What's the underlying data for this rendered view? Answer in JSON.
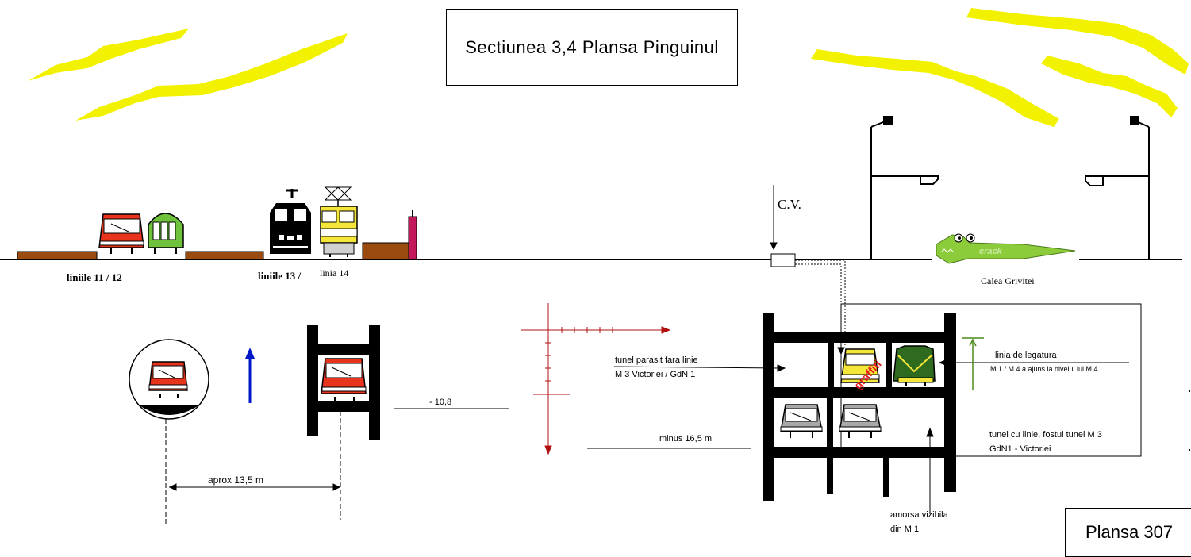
{
  "title": "Sectiunea  3,4  Plansa  Pinguinul",
  "plate": "Plansa   307",
  "labels": {
    "tracks_11_12": "liniile   11  /   12",
    "tracks_13": "liniile  13 /",
    "track_14": "linia  14",
    "cv": "C.V.",
    "street": "Calea   Grivitei",
    "abandoned_tunnel_1": "tunel parasit fara linie",
    "abandoned_tunnel_2": "M 3 Victoriei / GdN 1",
    "depth_1": "- 10,8",
    "depth_2": "minus  16,5 m",
    "distance": "aprox  13,5 m",
    "link_line_1": "linia  de  legatura",
    "link_line_2": "M 1 / M 4 a ajuns la  nivelul lui M 4",
    "tunnel_track_1": "tunel cu linie, fostul tunel M 3",
    "tunnel_track_2": "GdN1 - Victoriei",
    "visible_start_1": "amorsa  vizibila",
    "visible_start_2": "din M 1",
    "graffiti": "graffiti",
    "croc_text": "crack"
  },
  "colors": {
    "yellow_streak": "#f2f200",
    "metro_red": "#e8341c",
    "tram_green": "#6ec23c",
    "tram_yellow": "#f5e63a",
    "platform_brown": "#9b4a10",
    "signal_magenta": "#c2185b",
    "dark_red_axis": "#b01010",
    "green_arrow": "#4c8a1a",
    "blue_arrow": "#0018c8",
    "croc_green": "#8ccc3a",
    "loco_green": "#2f6b1f"
  }
}
